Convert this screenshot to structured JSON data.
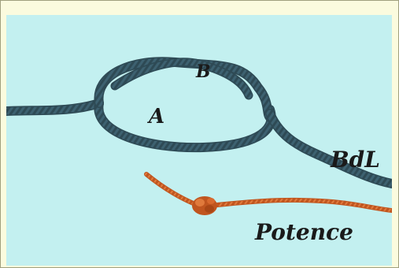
{
  "figure": {
    "labels": {
      "a": "A",
      "b": "B",
      "bdl": "BdL",
      "potence": "Potence"
    },
    "colors": {
      "background": "#c3f0f0",
      "frame": "#fbfbde",
      "dark_rope": "#2e4a55",
      "orange_rope": "#c0551f"
    }
  }
}
